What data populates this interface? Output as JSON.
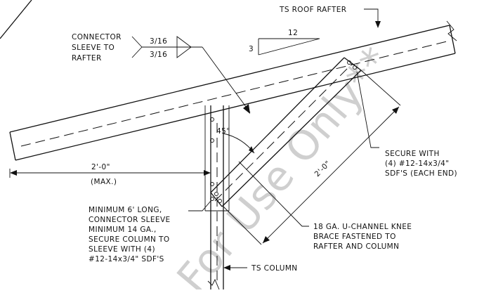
{
  "labels": {
    "roof_rafter": "TS ROOF RAFTER",
    "connector_l1": "CONNECTOR",
    "connector_l2": "SLEEVE TO",
    "connector_l3": "RAFTER",
    "weld_top": "3/16",
    "weld_bottom": "3/16",
    "slope_run": "12",
    "slope_rise": "3",
    "angle": "45°",
    "dim_horizontal": "2'-0\"",
    "dim_max": "(MAX.)",
    "dim_diagonal": "2'-0\"",
    "secure_l1": "SECURE WITH",
    "secure_l2": "(4) #12-14x3/4\"",
    "secure_l3": "SDF'S (EACH END)",
    "min_l1": "MINIMUM 6' LONG,",
    "min_l2": "CONNECTOR SLEEVE",
    "min_l3": "MINIMUM 14 GA.,",
    "min_l4": "SECURE COLUMN TO",
    "min_l5": "SLEEVE WITH (4)",
    "min_l6": "#12-14x3/4\" SDF'S",
    "knee_l1": "18 GA. U-CHANNEL KNEE",
    "knee_l2": "BRACE FASTENED TO",
    "knee_l3": "RAFTER AND COLUMN",
    "column": "TS COLUMN",
    "watermark": "For Use Only**"
  }
}
